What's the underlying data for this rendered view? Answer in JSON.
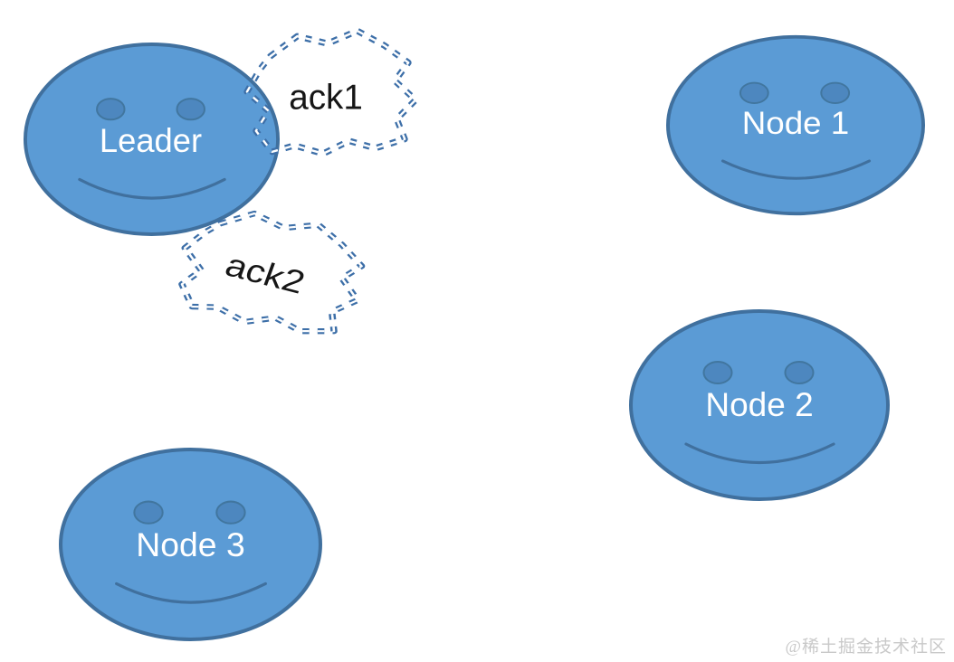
{
  "diagram": {
    "kind": "cluster-acknowledgement-diagram",
    "nodes": [
      {
        "id": "leader",
        "label": "Leader",
        "icon": "smiley-face"
      },
      {
        "id": "node-1",
        "label": "Node 1",
        "icon": "smiley-face"
      },
      {
        "id": "node-2",
        "label": "Node 2",
        "icon": "smiley-face"
      },
      {
        "id": "node-3",
        "label": "Node 3",
        "icon": "smiley-face"
      }
    ],
    "acks": [
      {
        "id": "ack1",
        "label": "ack1",
        "icon": "dashed-cloud-callout",
        "from": "leader"
      },
      {
        "id": "ack2",
        "label": "ack2",
        "icon": "dashed-cloud-callout",
        "from": "leader"
      }
    ]
  },
  "watermark": {
    "text": "@稀土掘金技术社区"
  },
  "colors": {
    "canvas-bg": "#ffffff",
    "face-fill": "#5b9bd5",
    "face-stroke": "#40709e",
    "eye-fill": "#4d87bf",
    "eye-stroke": "#41769f",
    "smile-stroke": "#40709e",
    "face-label-color": "#ffffff",
    "dash-color": "#3d6fa8",
    "ack-text-color": "#161616",
    "watermark-color": "#c9c9c9"
  }
}
